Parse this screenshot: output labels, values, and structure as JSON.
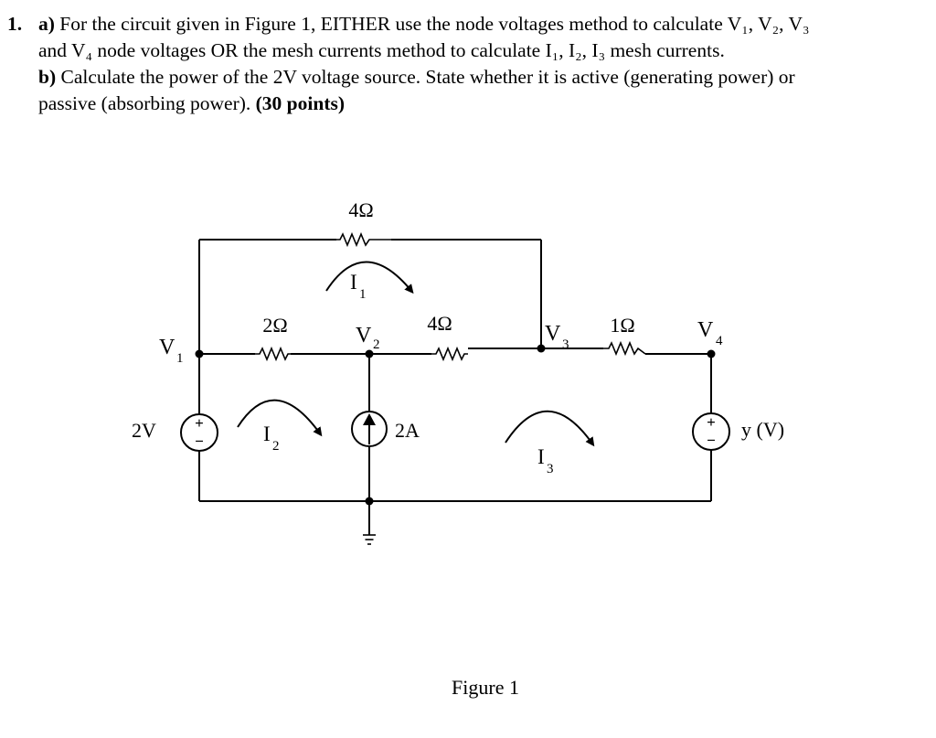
{
  "question": {
    "number": "1.",
    "part_a_label": "a)",
    "part_a_line1": "For the circuit given in Figure 1, EITHER use the node voltages method to calculate V₁, V₂, V₃",
    "part_a_line2": "and V₄ node voltages OR the mesh currents method to calculate I₁, I₂, I₃ mesh currents.",
    "part_b_label": "b)",
    "part_b_line1": "Calculate the power of the 2V voltage source. State whether it is active (generating power) or",
    "part_b_line2": "passive (absorbing power).",
    "points": "(30 points)"
  },
  "figure": {
    "caption": "Figure 1",
    "resistors": {
      "top": "4Ω",
      "left": "2Ω",
      "middle": "4Ω",
      "right": "1Ω"
    },
    "sources": {
      "voltage_left": "2V",
      "current_middle": "2A",
      "voltage_right": "y (V)",
      "plus": "+",
      "minus": "−"
    },
    "nodes": {
      "v1": "V",
      "v1_sub": "1",
      "v2": "V",
      "v2_sub": "2",
      "v3": "V",
      "v3_sub": "3",
      "v4": "V",
      "v4_sub": "4"
    },
    "mesh_currents": {
      "i1": "I",
      "i1_sub": "1",
      "i2": "I",
      "i2_sub": "2",
      "i3": "I",
      "i3_sub": "3"
    }
  }
}
